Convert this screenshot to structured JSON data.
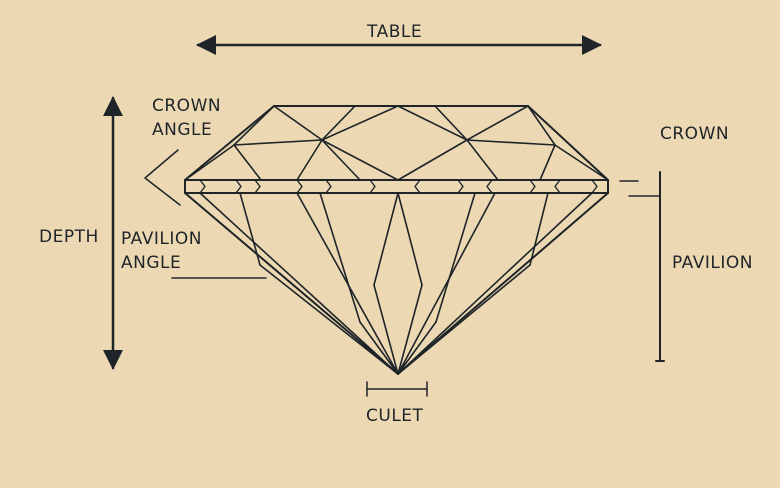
{
  "labels": {
    "table": "TABLE",
    "crown_angle_line1": "CROWN",
    "crown_angle_line2": "ANGLE",
    "crown": "CROWN",
    "depth": "DEPTH",
    "pavilion_angle_line1": "PAVILION",
    "pavilion_angle_line2": "ANGLE",
    "pavilion": "PAVILION",
    "culet": "CULET"
  },
  "colors": {
    "background": "#ecd9b4",
    "ink": "#1e2428"
  }
}
